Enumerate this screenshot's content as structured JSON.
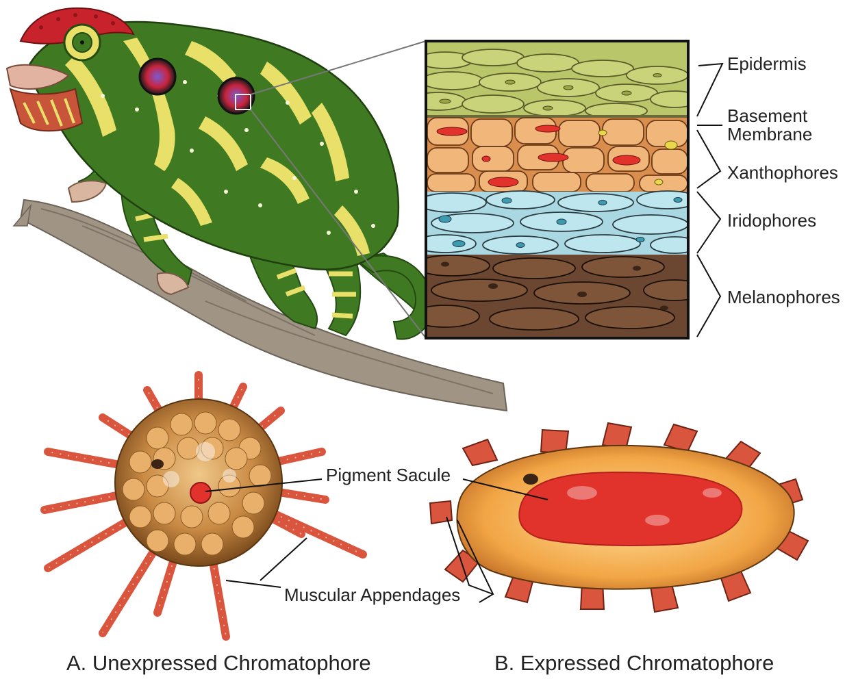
{
  "layer_labels": {
    "epidermis": "Epidermis",
    "basement_membrane_line1": "Basement",
    "basement_membrane_line2": "Membrane",
    "xanthophores": "Xanthophores",
    "iridophores": "Iridophores",
    "melanophores": "Melanophores"
  },
  "part_labels": {
    "pigment_sacule": "Pigment Sacule",
    "muscular_appendages": "Muscular Appendages"
  },
  "captions": {
    "unexpressed": "A. Unexpressed Chromatophore",
    "expressed": "B. Expressed Chromatophore"
  },
  "colors": {
    "chameleon_green": "#3f7a23",
    "chameleon_yellow": "#e9e06a",
    "crest_red": "#c8232c",
    "branch": "#9c8f80",
    "epidermis": "#b9c66a",
    "xanthophore": "#e6a35e",
    "iridophore": "#a9d8e2",
    "melanophore": "#6b4630",
    "pigment_red": "#e1322b",
    "appendage": "#d9553d",
    "cell_body": "#c98a44"
  }
}
